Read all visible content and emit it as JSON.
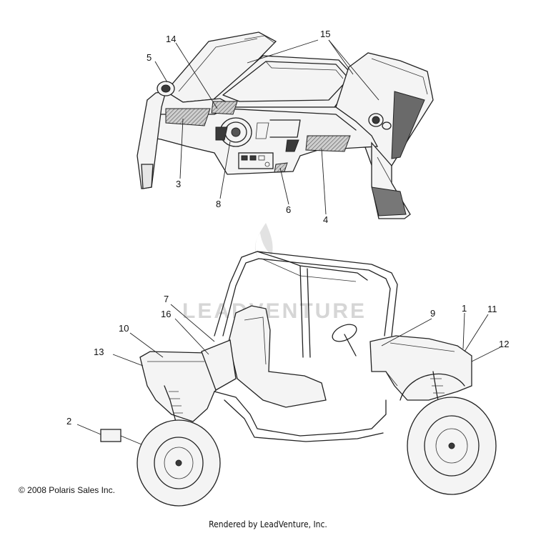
{
  "callouts": {
    "c1": "1",
    "c2": "2",
    "c3": "3",
    "c4": "4",
    "c5": "5",
    "c6": "6",
    "c7": "7",
    "c8": "8",
    "c9": "9",
    "c10": "10",
    "c11": "11",
    "c12": "12",
    "c13": "13",
    "c14": "14",
    "c15": "15",
    "c16": "16"
  },
  "watermark": "LEADVENTURE",
  "footer": {
    "copyright": "© 2008 Polaris Sales Inc.",
    "rendered_by": "Rendered by LeadVenture, Inc."
  }
}
